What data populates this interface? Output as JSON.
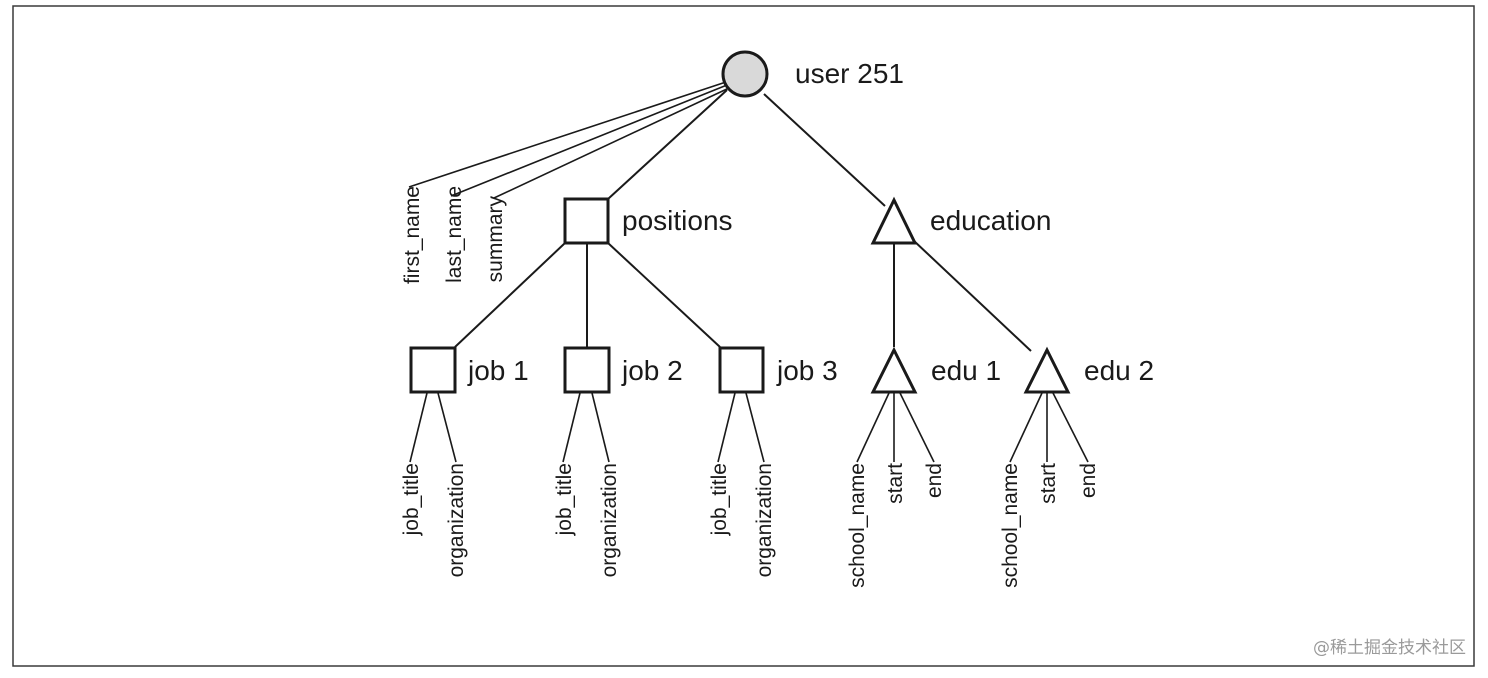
{
  "diagram": {
    "nodes": {
      "user": {
        "label": "user 251",
        "shape": "circle"
      },
      "positions": {
        "label": "positions",
        "shape": "square"
      },
      "education": {
        "label": "education",
        "shape": "triangle"
      },
      "job1": {
        "label": "job 1",
        "shape": "square"
      },
      "job2": {
        "label": "job 2",
        "shape": "square"
      },
      "job3": {
        "label": "job 3",
        "shape": "square"
      },
      "edu1": {
        "label": "edu 1",
        "shape": "triangle"
      },
      "edu2": {
        "label": "edu 2",
        "shape": "triangle"
      }
    },
    "leaves": {
      "user": [
        "first_name",
        "last_name",
        "summary"
      ],
      "job1": [
        "job_title",
        "organization"
      ],
      "job2": [
        "job_title",
        "organization"
      ],
      "job3": [
        "job_title",
        "organization"
      ],
      "edu1": [
        "school_name",
        "start",
        "end"
      ],
      "edu2": [
        "school_name",
        "start",
        "end"
      ]
    },
    "edges": [
      [
        "user",
        "positions"
      ],
      [
        "user",
        "education"
      ],
      [
        "positions",
        "job1"
      ],
      [
        "positions",
        "job2"
      ],
      [
        "positions",
        "job3"
      ],
      [
        "education",
        "edu1"
      ],
      [
        "education",
        "edu2"
      ]
    ],
    "colors": {
      "line": "#1a1a1a",
      "root_fill": "#d9d9d9",
      "frame": "#3a3a3a",
      "watermark": "#9a9a9a"
    }
  },
  "watermark": "@稀土掘金技术社区"
}
